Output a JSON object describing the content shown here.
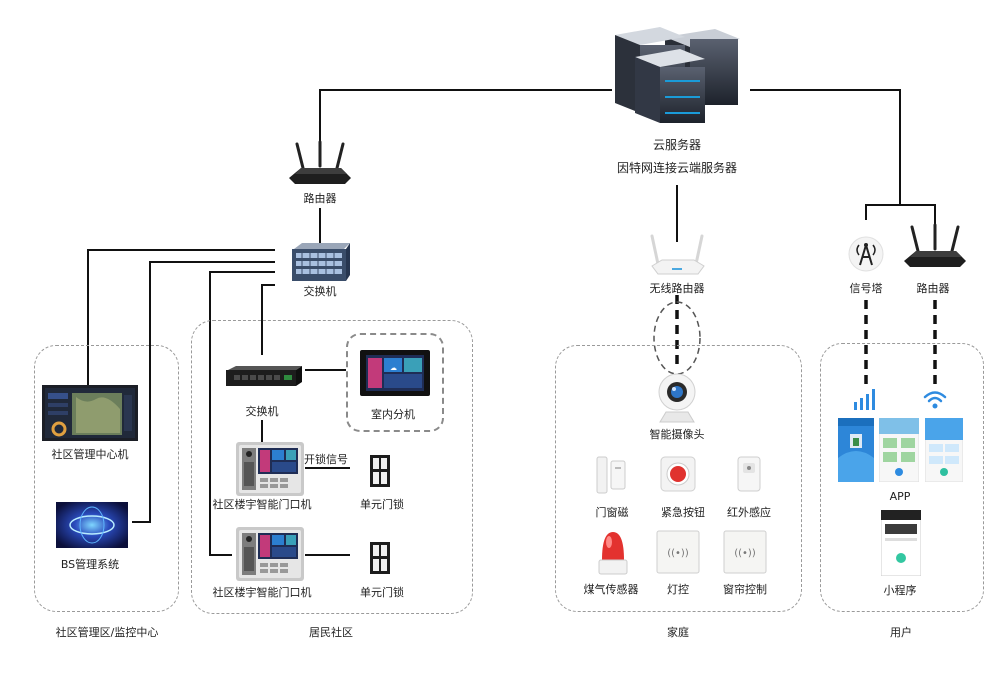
{
  "cloud": {
    "title": "云服务器",
    "subtitle": "因特网连接云端服务器"
  },
  "left_router": {
    "label": "路由器"
  },
  "main_switch": {
    "label": "交换机"
  },
  "management": {
    "center_machine": "社区管理中心机",
    "bs_system": "BS管理系统",
    "zone_label": "社区管理区/监控中心"
  },
  "residential": {
    "switch": "交换机",
    "indoor_unit": "室内分机",
    "unlock_signal": "开锁信号",
    "door_machine_1": "社区楼宇智能门口机",
    "door_lock_1": "单元门锁",
    "door_machine_2": "社区楼宇智能门口机",
    "door_lock_2": "单元门锁",
    "zone_label": "居民社区"
  },
  "home": {
    "wifi_router": "无线路由器",
    "camera": "智能摄像头",
    "devices": [
      "门窗磁",
      "紧急按钮",
      "红外感应",
      "煤气传感器",
      "灯控",
      "窗帘控制"
    ],
    "zone_label": "家庭"
  },
  "user": {
    "tower": "信号塔",
    "router": "路由器",
    "app": "APP",
    "mini_program": "小程序",
    "zone_label": "用户"
  }
}
